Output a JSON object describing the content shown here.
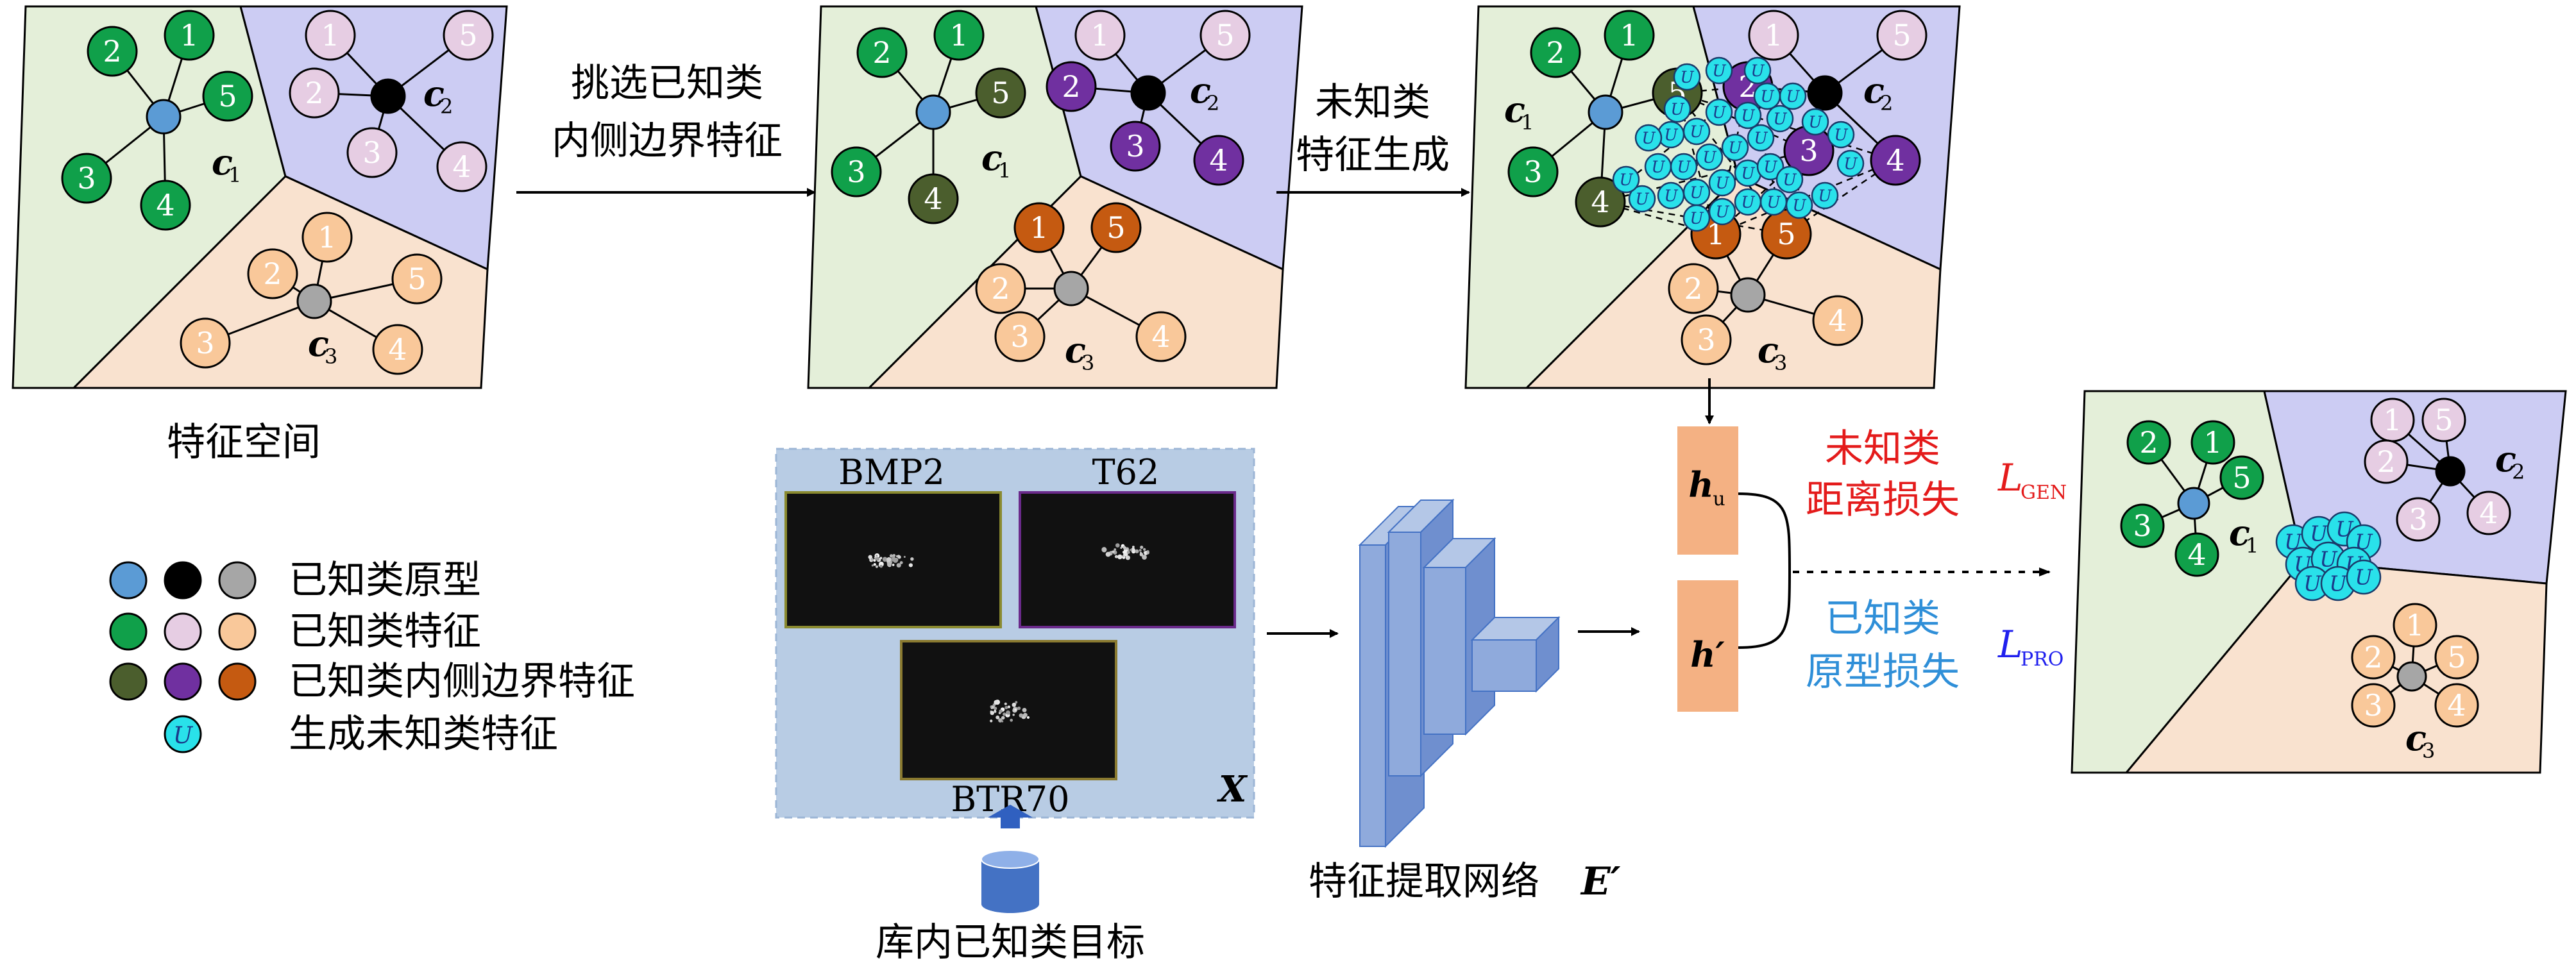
{
  "colors": {
    "region_known1": "#e4efd9",
    "region_known2": "#ccccf3",
    "region_known3": "#f9e2cf",
    "proto1": "#5b9bd5",
    "proto2": "#000000",
    "proto3": "#a6a6a6",
    "feat1": "#10a04a",
    "feat2": "#e6cde3",
    "feat3": "#f9c89a",
    "bound1": "#4b5e2d",
    "bound2": "#7030a0",
    "bound3": "#c55a11",
    "unknown": "#29e1ea",
    "loss_red": "#e41b1b",
    "loss_blue": "#2f8fd8",
    "loss_label_blue": "#2020ee",
    "h_box": "#f4b183",
    "input_panel": "#b8cce4",
    "network": "#8faadc"
  },
  "steps": {
    "select_line1": "挑选已知类",
    "select_line2": "内侧边界特征",
    "generate_line1": "未知类",
    "generate_line2": "特征生成"
  },
  "feature_space_label": "特征空间",
  "prototypes": {
    "c1": "c",
    "c1_sub": "1",
    "c2": "c",
    "c2_sub": "2",
    "c3": "c",
    "c3_sub": "3"
  },
  "node_numbers": [
    "1",
    "2",
    "3",
    "4",
    "5"
  ],
  "unknown_symbol": "U",
  "legend": [
    {
      "label": "已知类原型"
    },
    {
      "label": "已知类特征"
    },
    {
      "label": "已知类内侧边界特征"
    },
    {
      "label": "生成未知类特征"
    }
  ],
  "input": {
    "labels": [
      "BMP2",
      "T62",
      "BTR70"
    ],
    "var": "X",
    "db_label": "库内已知类目标"
  },
  "network": {
    "label": "特征提取网络",
    "var": "E′"
  },
  "h_boxes": {
    "top": "h",
    "top_sub": "u",
    "bottom": "h′"
  },
  "losses": {
    "unknown_line1": "未知类",
    "unknown_line2": "距离损失",
    "known_line1": "已知类",
    "known_line2": "原型损失",
    "gen_symbol": "L",
    "gen_sub": "GEN",
    "pro_symbol": "L",
    "pro_sub": "PRO"
  }
}
